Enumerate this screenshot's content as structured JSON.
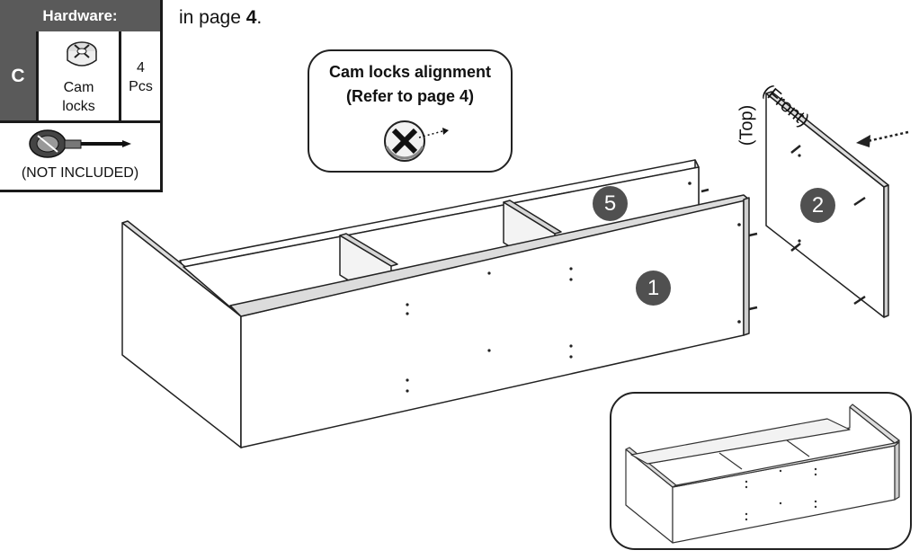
{
  "header_text": {
    "prefix": "in page ",
    "page": "4",
    "suffix": "."
  },
  "hardware": {
    "title": "Hardware:",
    "letter": "C",
    "item_line1": "Cam",
    "item_line2": "locks",
    "qty_line1": "4",
    "qty_line2": "Pcs",
    "tool_note": "(NOT INCLUDED)"
  },
  "callout": {
    "line1": "Cam locks alignment",
    "line2": "(Refer to page 4)"
  },
  "orientation": {
    "top": "(Top)",
    "front": "(Front)"
  },
  "parts": {
    "p1": "1",
    "p2": "2",
    "p5": "5"
  }
}
